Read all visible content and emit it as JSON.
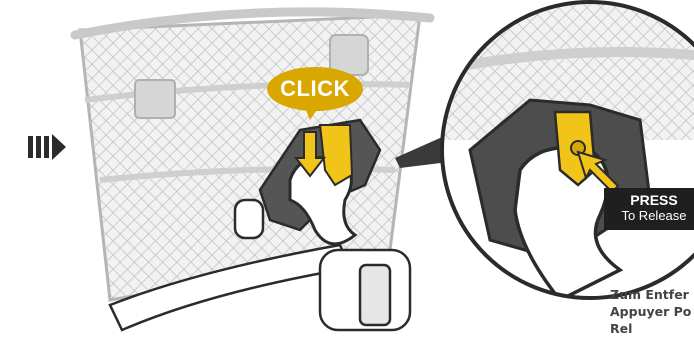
{
  "callouts": {
    "click_label": "CLICK",
    "press_label": "PRESS",
    "release_label": "To Release"
  },
  "captions": [
    "Zum Entfer",
    "Appuyer Po",
    "Rel"
  ],
  "icons": {
    "step_arrow": "triple-bar-arrow-icon",
    "down_arrow": "down-arrow-icon",
    "press_arrow": "press-arrow-icon"
  },
  "colors": {
    "accent_yellow": "#f0c419",
    "click_bubble": "#d9a800",
    "line_art": "#2b2b2b",
    "basket_gray": "#c9c9c9",
    "press_box": "#1f1f1f"
  }
}
